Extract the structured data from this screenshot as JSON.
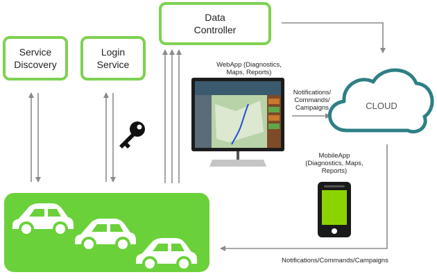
{
  "nodes": {
    "service_discovery": {
      "line1": "Service",
      "line2": "Discovery"
    },
    "login_service": {
      "line1": "Login",
      "line2": "Service"
    },
    "data_controller": {
      "line1": "Data",
      "line2": "Controller"
    },
    "cloud": {
      "label": "CLOUD"
    }
  },
  "labels": {
    "webapp": {
      "line1": "WebApp (Diagnostics,",
      "line2": "Maps, Reports)"
    },
    "notif_right": {
      "line1": "Notifications/",
      "line2": "Commands/",
      "line3": "Campaigns"
    },
    "mobileapp": {
      "line1": "MobileApp",
      "line2": "(Diagnostics, Maps,",
      "line3": "Reports)"
    },
    "notif_bottom": "Notifications/Commands/Campaigns"
  },
  "colors": {
    "green": "#7dd151",
    "vehicle_panel": "#6ad13a",
    "cloud_stroke": "#2e7f86",
    "arrow": "#8a8a8a",
    "phone_screen": "#8cd400"
  },
  "icons": [
    "key-icon",
    "monitor-icon",
    "smartphone-icon",
    "car-icon",
    "cloud-icon"
  ]
}
